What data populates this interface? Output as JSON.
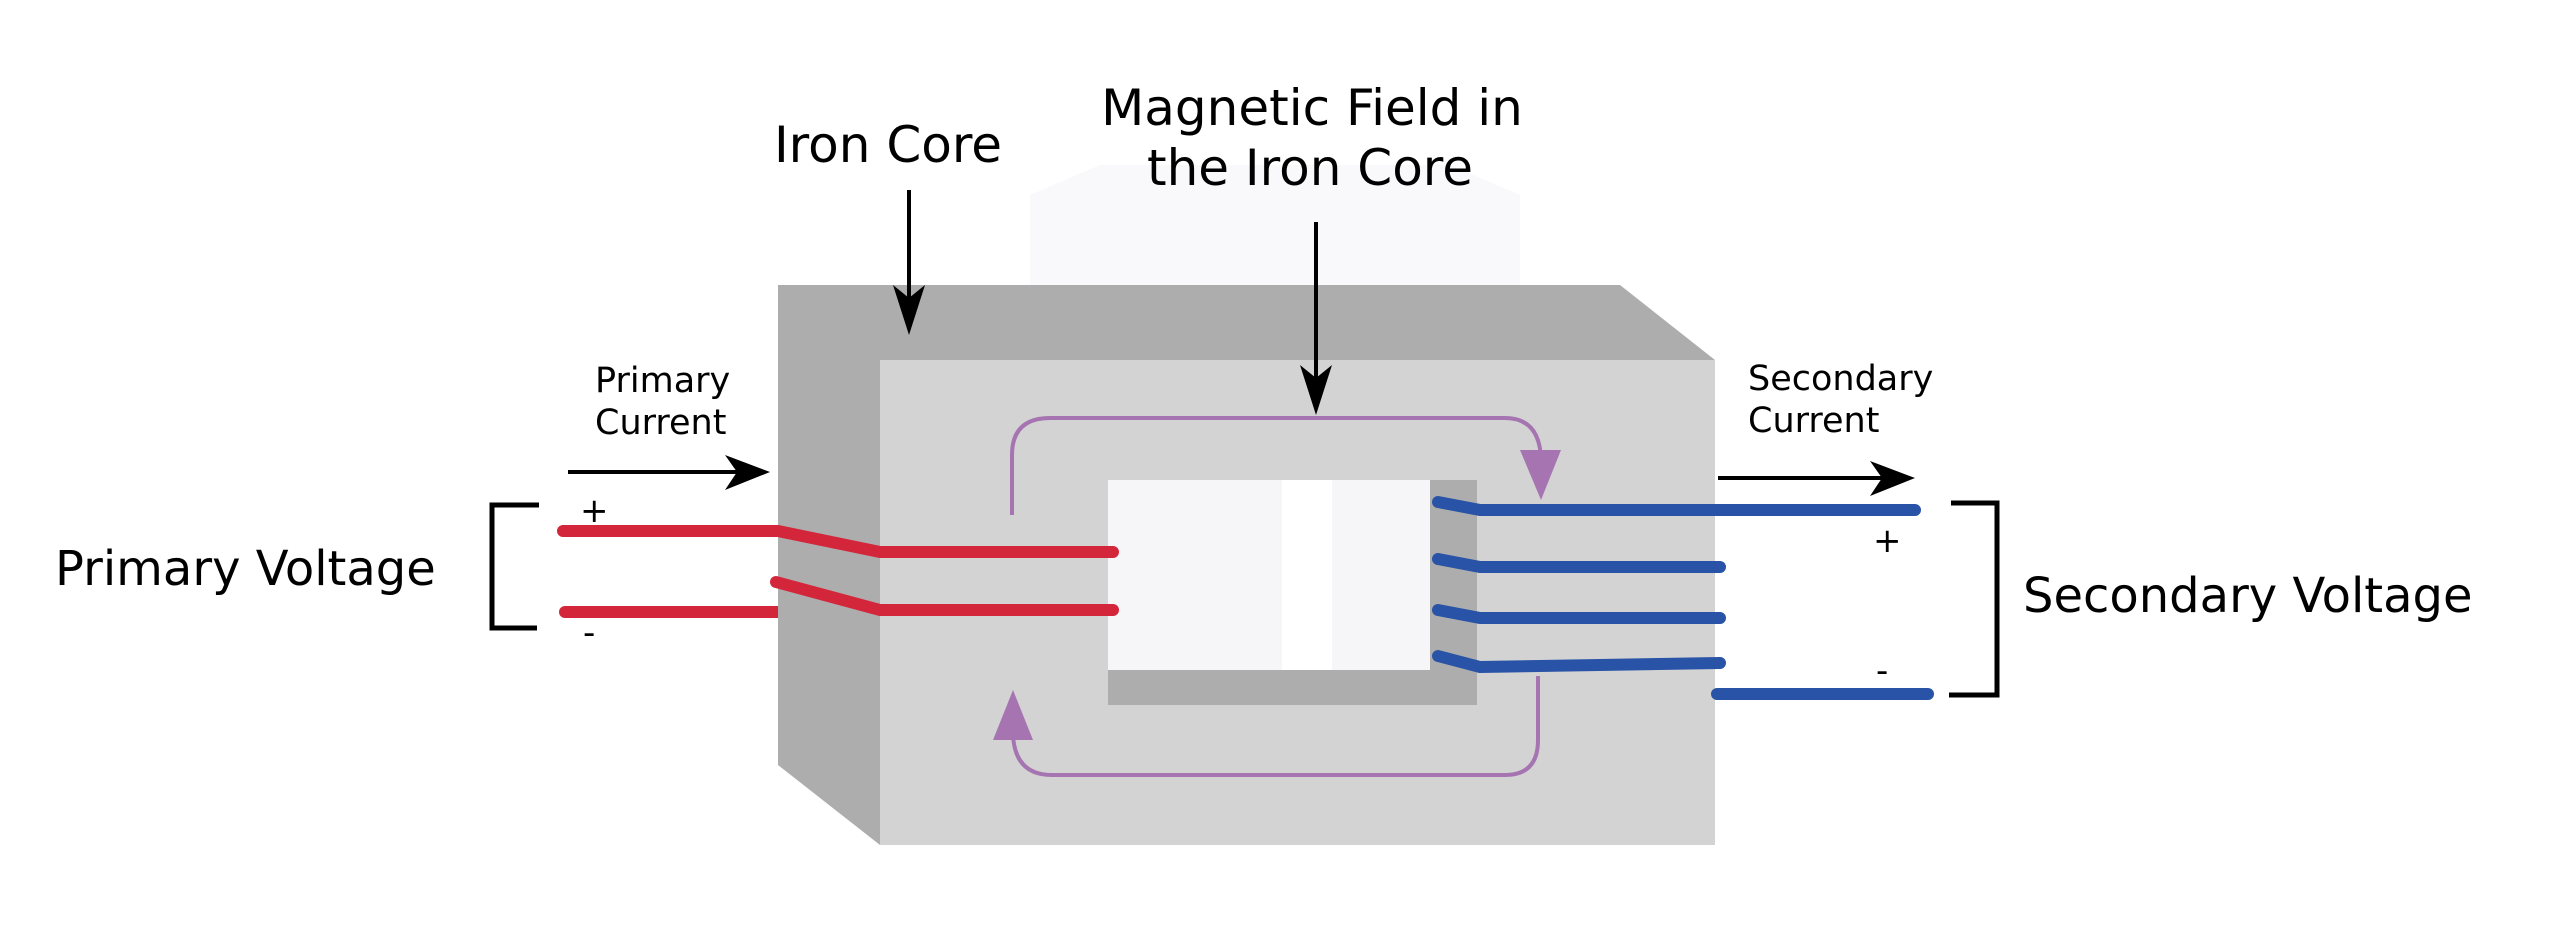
{
  "diagram": {
    "type": "transformer-schematic",
    "labels": {
      "iron_core": "Iron Core",
      "magnetic_field_line1": "Magnetic Field in",
      "magnetic_field_line2": "the Iron Core",
      "primary_current_line1": "Primary",
      "primary_current_line2": "Current",
      "secondary_current_line1": "Secondary",
      "secondary_current_line2": "Current",
      "primary_voltage": "Primary Voltage",
      "secondary_voltage": "Secondary Voltage",
      "primary_plus": "+",
      "primary_minus": "-",
      "secondary_plus": "+",
      "secondary_minus": "-"
    },
    "primary_winding_turns": 2,
    "secondary_winding_turns": 4,
    "colors": {
      "core_front": "#d3d3d3",
      "core_side": "#adadad",
      "window": "#f6f5f8",
      "primary_wire": "#d4263b",
      "secondary_wire": "#2853a6",
      "magnetic_field": "#a675b1",
      "annotation": "#000000"
    }
  }
}
